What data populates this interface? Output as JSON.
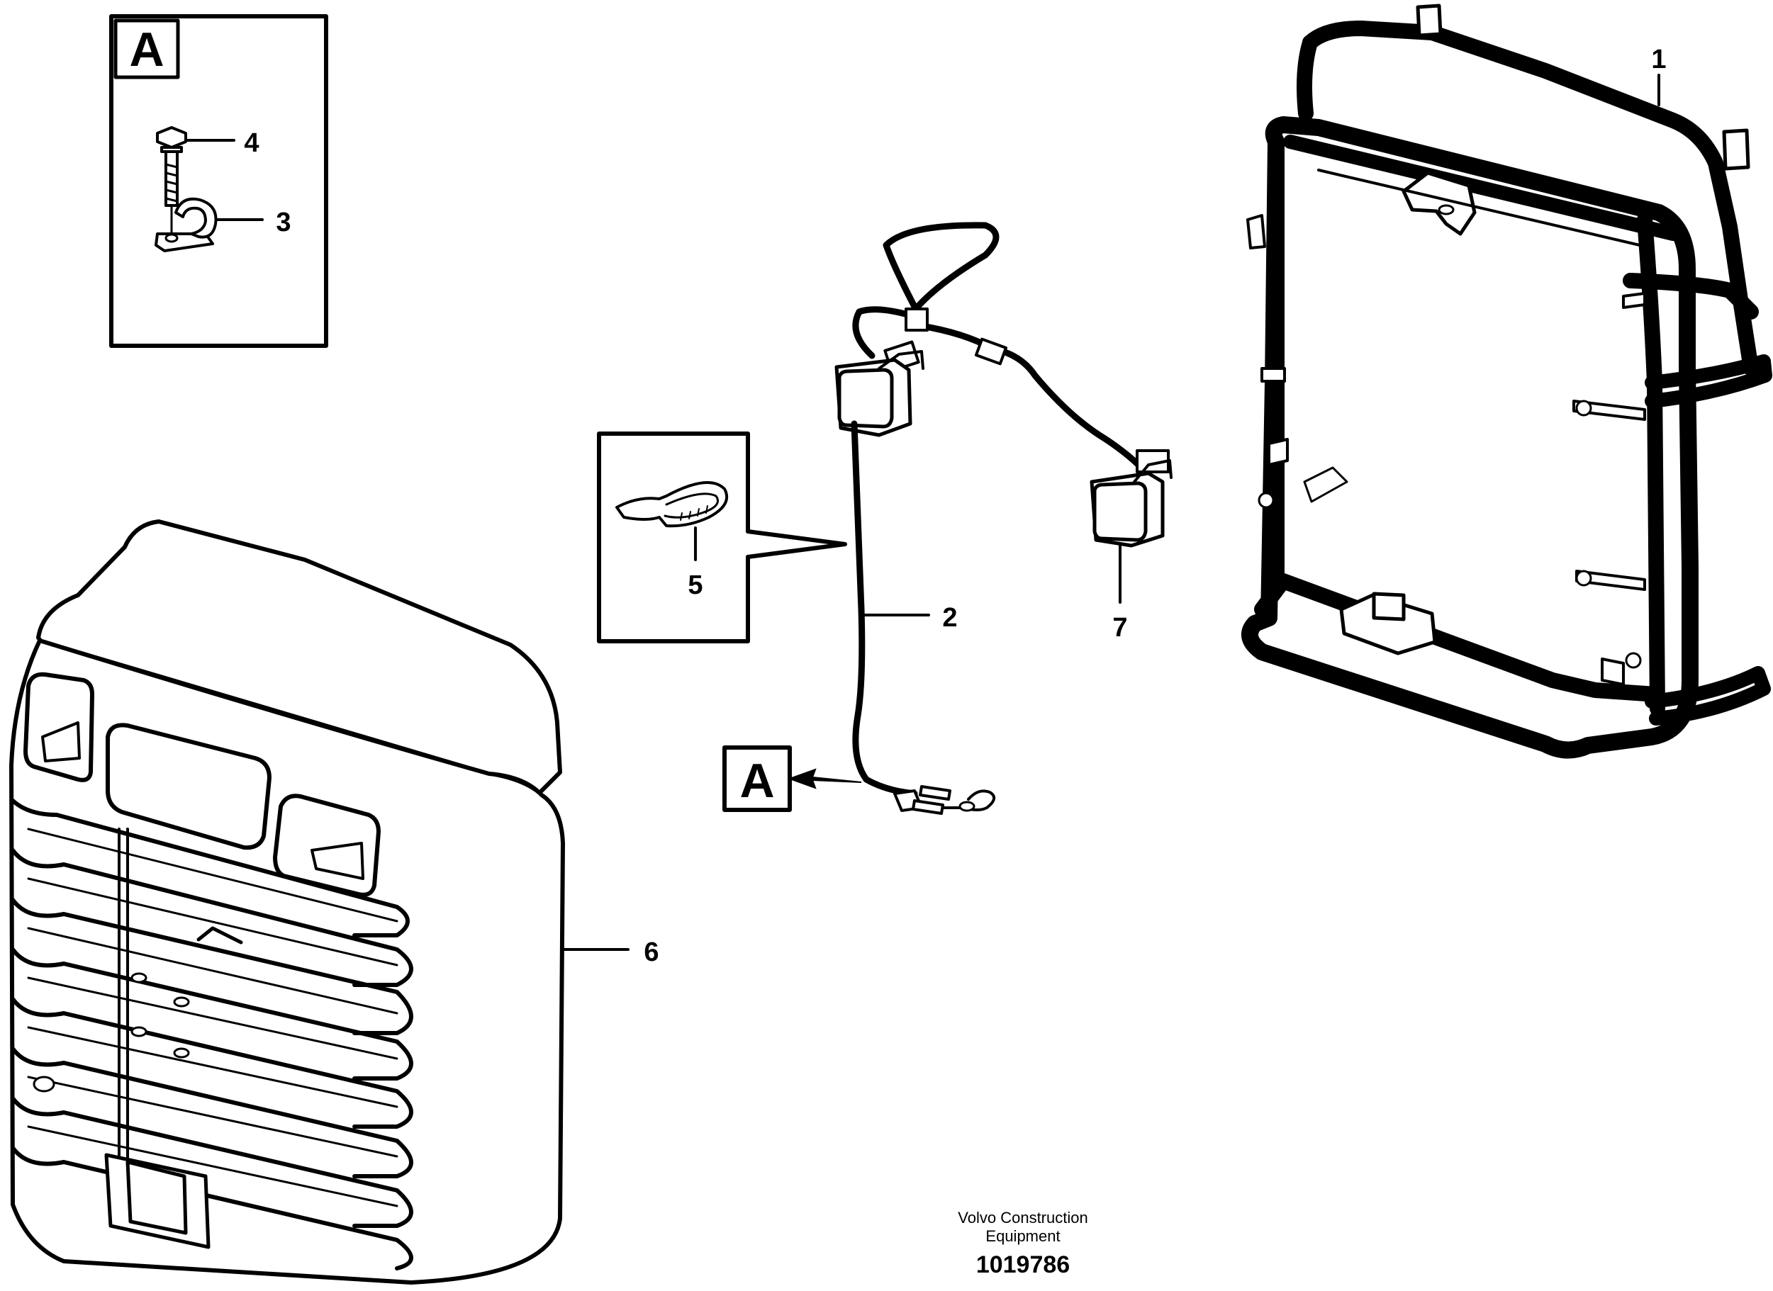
{
  "callouts": {
    "part_1": "1",
    "part_2": "2",
    "part_3": "3",
    "part_4": "4",
    "part_5": "5",
    "part_6": "6",
    "part_7": "7"
  },
  "detail_views": {
    "detail_a_label": "A",
    "detail_a_ref_label": "A"
  },
  "footer": {
    "company_line1": "Volvo Construction",
    "company_line2": "Equipment",
    "drawing_number": "1019786"
  }
}
